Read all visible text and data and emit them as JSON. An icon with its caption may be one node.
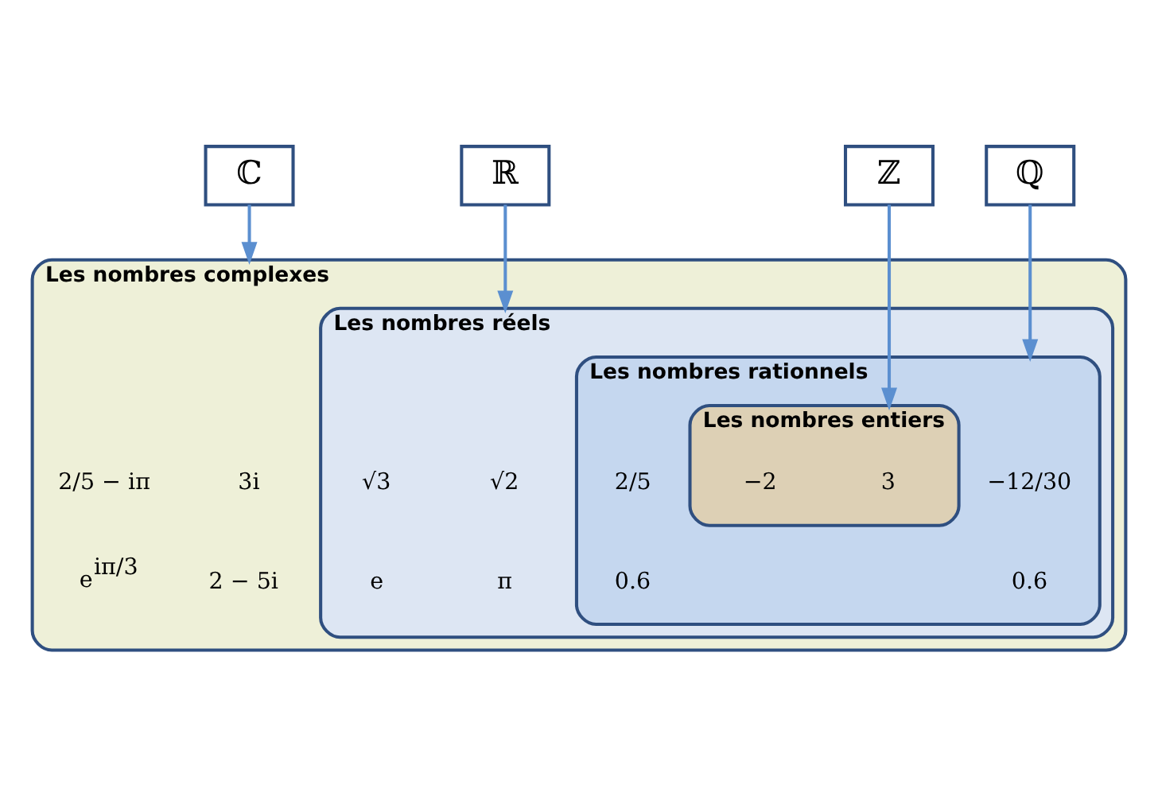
{
  "diagram": {
    "nodes": [
      {
        "text": [
          "Les nombres complexes"
        ]
      },
      {
        "text": [
          "Les nombres réels"
        ],
        "in": 0
      },
      {
        "text": [
          "Les nombres rationnels"
        ],
        "in": 1
      },
      {
        "text": [
          "Les nombres entiers"
        ],
        "in": 2
      },
      {
        "text": [
          "ℂ"
        ]
      },
      {
        "text": [
          "ℝ"
        ]
      },
      {
        "text": [
          "ℤ"
        ]
      },
      {
        "text": [
          "ℚ"
        ]
      }
    ],
    "edges": [
      {
        "from": 4,
        "to": 0,
        "arrow": "to"
      },
      {
        "from": 5,
        "to": 1,
        "arrow": "to"
      },
      {
        "from": 6,
        "to": 3,
        "arrow": "to"
      },
      {
        "from": 7,
        "to": 2,
        "arrow": "to"
      }
    ],
    "labels": [
      "3i",
      "2/5 − iπ",
      "√2",
      "−12/30",
      "2/5",
      "3",
      "−2",
      "√3",
      "0.6",
      "0.6",
      "π",
      "e",
      "2 − 5i",
      "e$^{iπ/3}$"
    ]
  }
}
